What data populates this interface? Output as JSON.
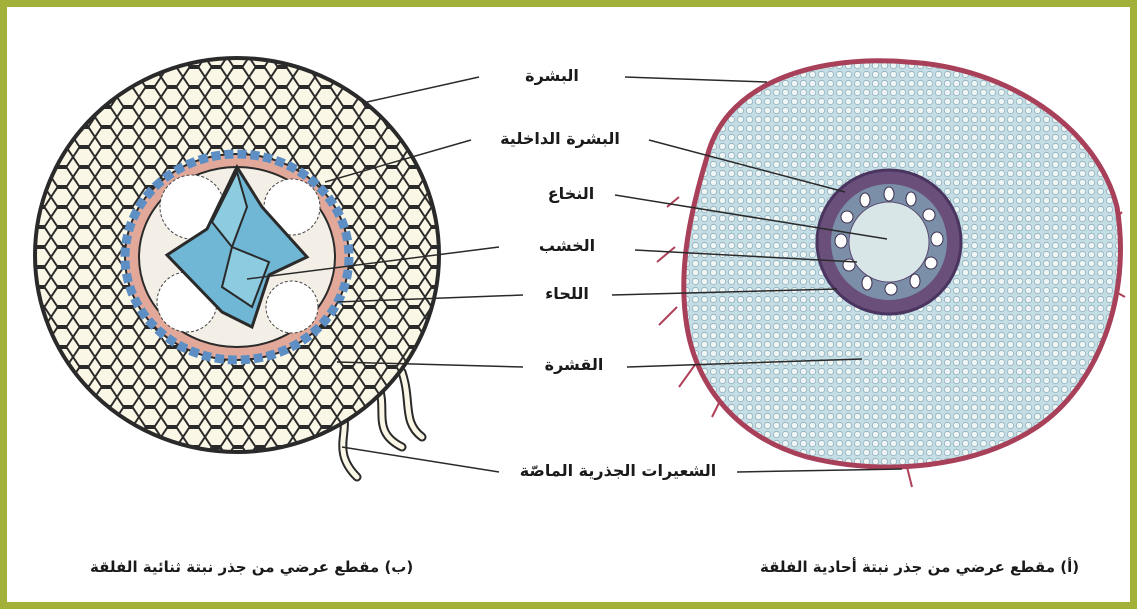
{
  "labels": {
    "epidermis": "البشرة",
    "endodermis": "البشرة الداخلية",
    "pith": "النخاع",
    "xylem": "الخشب",
    "phloem": "اللحاء",
    "cortex": "القشرة",
    "root_hairs": "الشعيرات الجذرية الماصّة"
  },
  "captions": {
    "monocot": "(أ) مقطع عرضي من جذر نبتة أحادية الفلقة",
    "dicot": "(ب) مقطع عرضي من جذر نبتة ثنائية الفلقة"
  },
  "colors": {
    "frame": "#a3b13a",
    "xylem": "#6fb7d4",
    "endodermis_ring": "#5e8fc4",
    "pericycle": "#e2a99a",
    "cortex_cells": "#fbf7e6",
    "monocot_tissue": "#cfe0e6",
    "monocot_stele": "#6a4f7a"
  }
}
